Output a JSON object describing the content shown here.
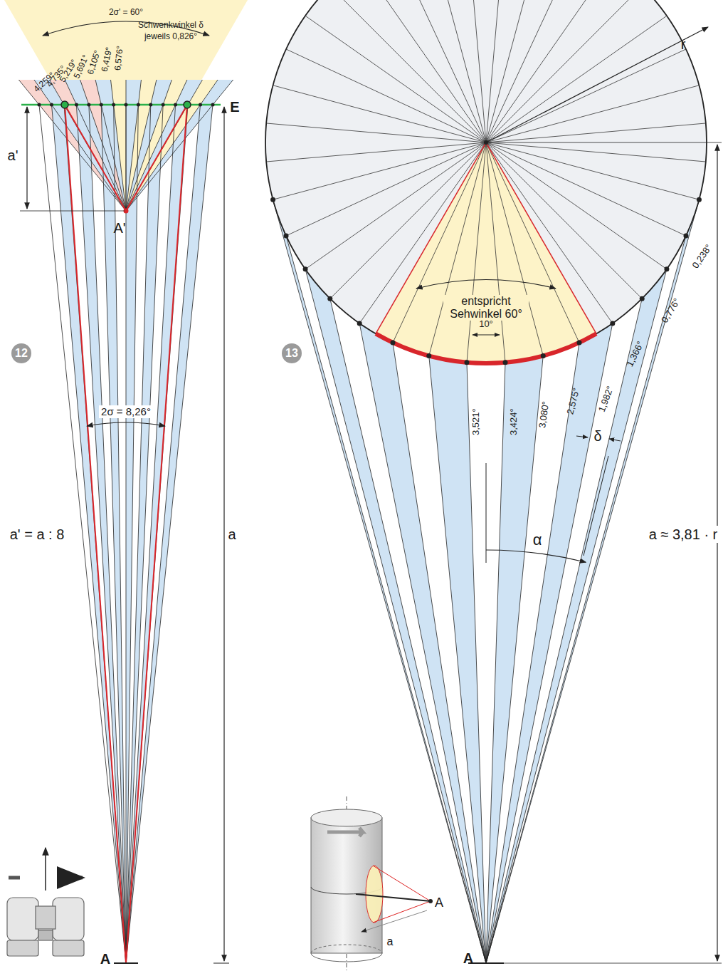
{
  "diagram": {
    "labels": [
      "2σ' = 60°",
      "Schwenkwinkel δ",
      "jeweils 0,826°",
      "6,576°",
      "6,419°",
      "6,105°",
      "5,691°",
      "5,219°",
      "4,735°",
      "4,259°",
      "E",
      "a'",
      "A'",
      "12",
      "2σ = 8,26°",
      "a' = a : 8",
      "a",
      "A",
      "13",
      "r",
      "entspricht Sehwinkel 60°",
      "10°",
      "3,521°",
      "3,424°",
      "3,080°",
      "2,575°",
      "1,982°",
      "1,366°",
      "0,776°",
      "0,238°",
      "δ",
      "α",
      "a ≈ 3,81 · r",
      "A",
      "a",
      "A"
    ]
  }
}
